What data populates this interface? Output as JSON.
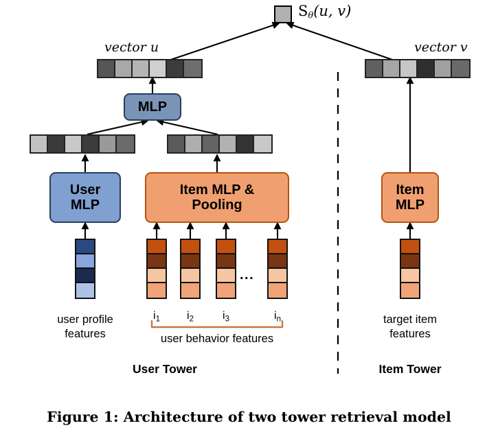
{
  "figure": {
    "caption": "Figure 1: Architecture of two tower retrieval model",
    "score_node": {
      "name": "score-node",
      "label_prefix": "S",
      "label_sub": "θ",
      "label_args": "(u, v)",
      "fill": "#b0b0b0"
    },
    "towers": {
      "user": {
        "label": "User Tower"
      },
      "item": {
        "label": "Item Tower"
      }
    },
    "vectors": {
      "u": {
        "caption": "vector u",
        "cells": [
          "#565656",
          "#a8a8a8",
          "#b4b4b4",
          "#cfcfcf",
          "#3c3c3c",
          "#6e6e6e"
        ]
      },
      "v": {
        "caption": "vector v",
        "cells": [
          "#606060",
          "#a6a6a6",
          "#c6c6c6",
          "#2e2e2e",
          "#a0a0a0",
          "#6a6a6a"
        ]
      },
      "user_hidden": {
        "caption": "",
        "cells": [
          "#c2c2c2",
          "#3a3a3a",
          "#c8c8c8",
          "#3c3c3c",
          "#9a9a9a",
          "#6a6a6a"
        ]
      },
      "item_hidden": {
        "caption": "",
        "cells": [
          "#5a5a5a",
          "#aeaeae",
          "#646464",
          "#b2b2b2",
          "#333333",
          "#c8c8c8"
        ]
      }
    },
    "blocks": {
      "mlp": {
        "label": "MLP",
        "fill": "#7b94b5"
      },
      "user_mlp": {
        "label": "User\nMLP",
        "line1": "User",
        "line2": "MLP",
        "fill": "#7fa0d0"
      },
      "item_mlp_pooling": {
        "line1": "Item MLP &",
        "line2": "Pooling",
        "fill": "#f0a070"
      },
      "item_mlp": {
        "line1": "Item",
        "line2": "MLP",
        "fill": "#f0a070"
      }
    },
    "features": {
      "user_profile": {
        "label_line1": "user profile",
        "label_line2": "features",
        "cells": [
          "#2a4a80",
          "#8aa5dc",
          "#1b2a4f",
          "#aec2e8"
        ]
      },
      "behavior": {
        "group_label": "user behavior features",
        "ellipsis": "...",
        "brace_color": "#c8783c",
        "items": [
          {
            "index_label": "i",
            "index_sub": "1",
            "cells": [
              "#c4500f",
              "#7a3512",
              "#f6c6a2",
              "#f0a478"
            ]
          },
          {
            "index_label": "i",
            "index_sub": "2",
            "cells": [
              "#c4500f",
              "#7a3512",
              "#f6c6a2",
              "#f0a478"
            ]
          },
          {
            "index_label": "i",
            "index_sub": "3",
            "cells": [
              "#c4500f",
              "#7a3512",
              "#f6c6a2",
              "#f0a478"
            ]
          },
          {
            "index_label": "i",
            "index_sub": "n",
            "cells": [
              "#c4500f",
              "#7a3512",
              "#f6c6a2",
              "#f0a478"
            ]
          }
        ]
      },
      "target_item": {
        "label_line1": "target item",
        "label_line2": "features",
        "cells": [
          "#c4500f",
          "#7a3512",
          "#f6c6a2",
          "#f0a478"
        ]
      }
    },
    "divider": {
      "name": "tower-divider",
      "style": "dashed"
    }
  }
}
